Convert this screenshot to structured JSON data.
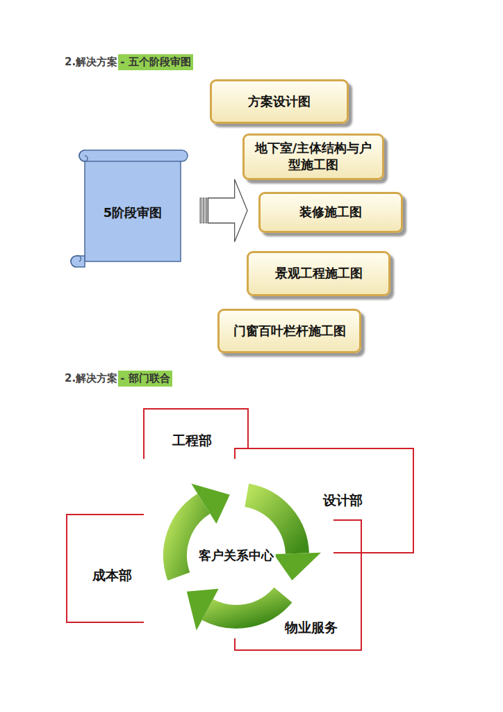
{
  "diagram": {
    "nodes": [
      {
        "text": [
          "5阶段审图"
        ]
      },
      {
        "text": [
          "方案设计图"
        ]
      },
      {
        "text": [
          "地下室/主体结构与户型施工图"
        ]
      },
      {
        "text": [
          "装修施工图"
        ]
      },
      {
        "text": [
          "景观工程施工图"
        ]
      },
      {
        "text": [
          "门窗百叶栏杆施工图"
        ]
      },
      {
        "text": [
          "客户关系中心"
        ]
      }
    ],
    "edges": [
      {
        "from": 0,
        "to": 3,
        "arrow": "to"
      }
    ],
    "labels": [
      "2.解决方案",
      "- 五个阶段审图",
      "2.解决方案",
      "- 部门联合",
      "工程部",
      "设计部",
      "成本部",
      "物业服务"
    ]
  }
}
